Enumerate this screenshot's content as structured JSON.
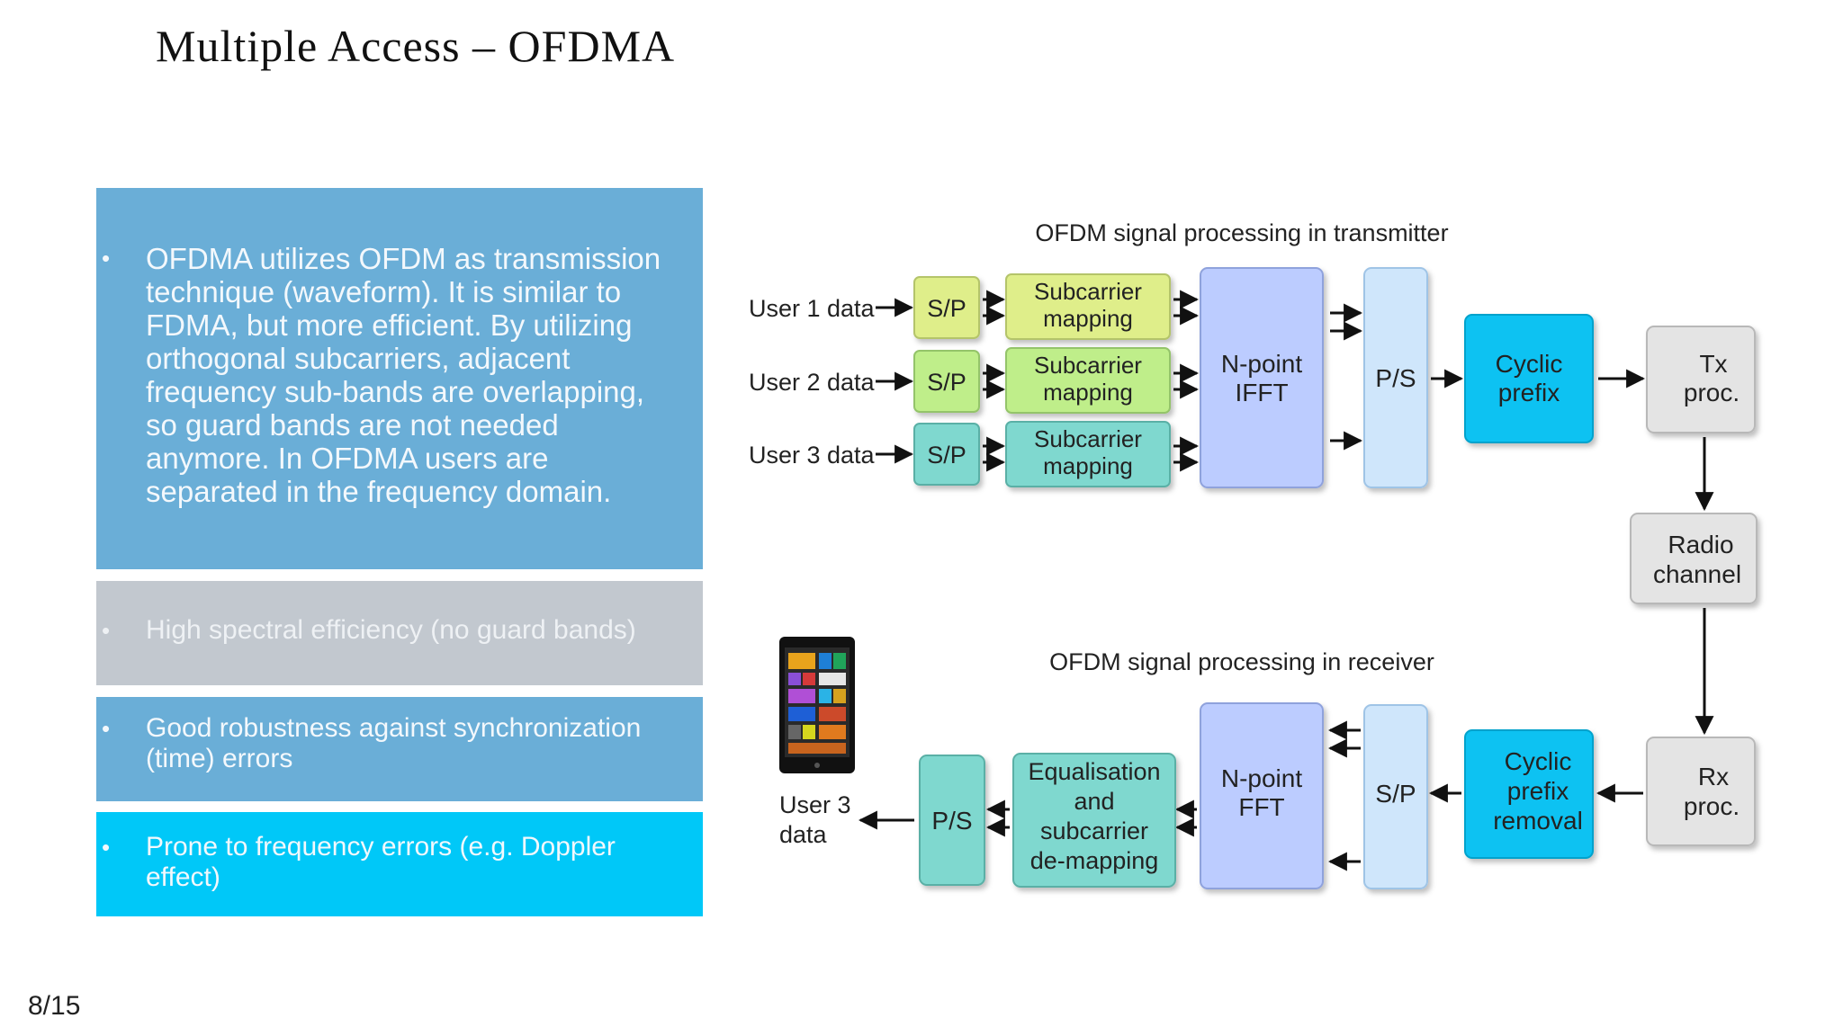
{
  "slide": {
    "title": "Multiple Access – OFDMA",
    "page_number": "8/15"
  },
  "panels": {
    "description": "OFDMA utilizes OFDM as transmission technique (waveform). It is similar to FDMA, but more efficient. By utilizing orthogonal subcarriers, adjacent frequency sub-bands are overlapping, so guard bands are not needed anymore. In OFDMA users are separated in the frequency domain.",
    "pro_1": "High spectral efficiency (no guard bands)",
    "pro_2": "Good robustness against synchronization (time) errors",
    "con_1": "Prone to frequency errors (e.g. Doppler effect)"
  },
  "diagram": {
    "tx_title": "OFDM signal processing in transmitter",
    "rx_title": "OFDM signal processing in receiver",
    "user1": "User 1 data",
    "user2": "User 2 data",
    "user3": "User 3 data",
    "sp": "S/P",
    "ps": "P/S",
    "subcarrier_line1": "Subcarrier",
    "subcarrier_line2": "mapping",
    "ifft_line1": "N-point",
    "ifft_line2": "IFFT",
    "fft_line1": "N-point",
    "fft_line2": "FFT",
    "cp_line1": "Cyclic",
    "cp_line2": "prefix",
    "cpr_line3": "removal",
    "tx_line1": "Tx",
    "tx_line2": "proc.",
    "radio_line1": "Radio",
    "radio_line2": "channel",
    "rx_line1": "Rx",
    "rx_line2": "proc.",
    "eq_line1": "Equalisation",
    "eq_line2": "and",
    "eq_line3": "subcarrier",
    "eq_line4": "de-mapping",
    "user3_out_line1": "User 3",
    "user3_out_line2": "data"
  },
  "colors": {
    "panel_blue": "#6aaed7",
    "panel_grey": "#c2c8cf",
    "panel_cyan": "#00c8f8",
    "sp_yellow": "#dfee8a",
    "sp_green": "#bfee8a",
    "sp_teal": "#7fd8cf",
    "fft_block": "#bcccff",
    "ps_block": "#cfe6fb",
    "cyclic_prefix": "#08c2f2",
    "proc_grey": "#e4e4e4"
  },
  "icons": [
    "hand-cursor-icon",
    "smartphone-icon"
  ]
}
